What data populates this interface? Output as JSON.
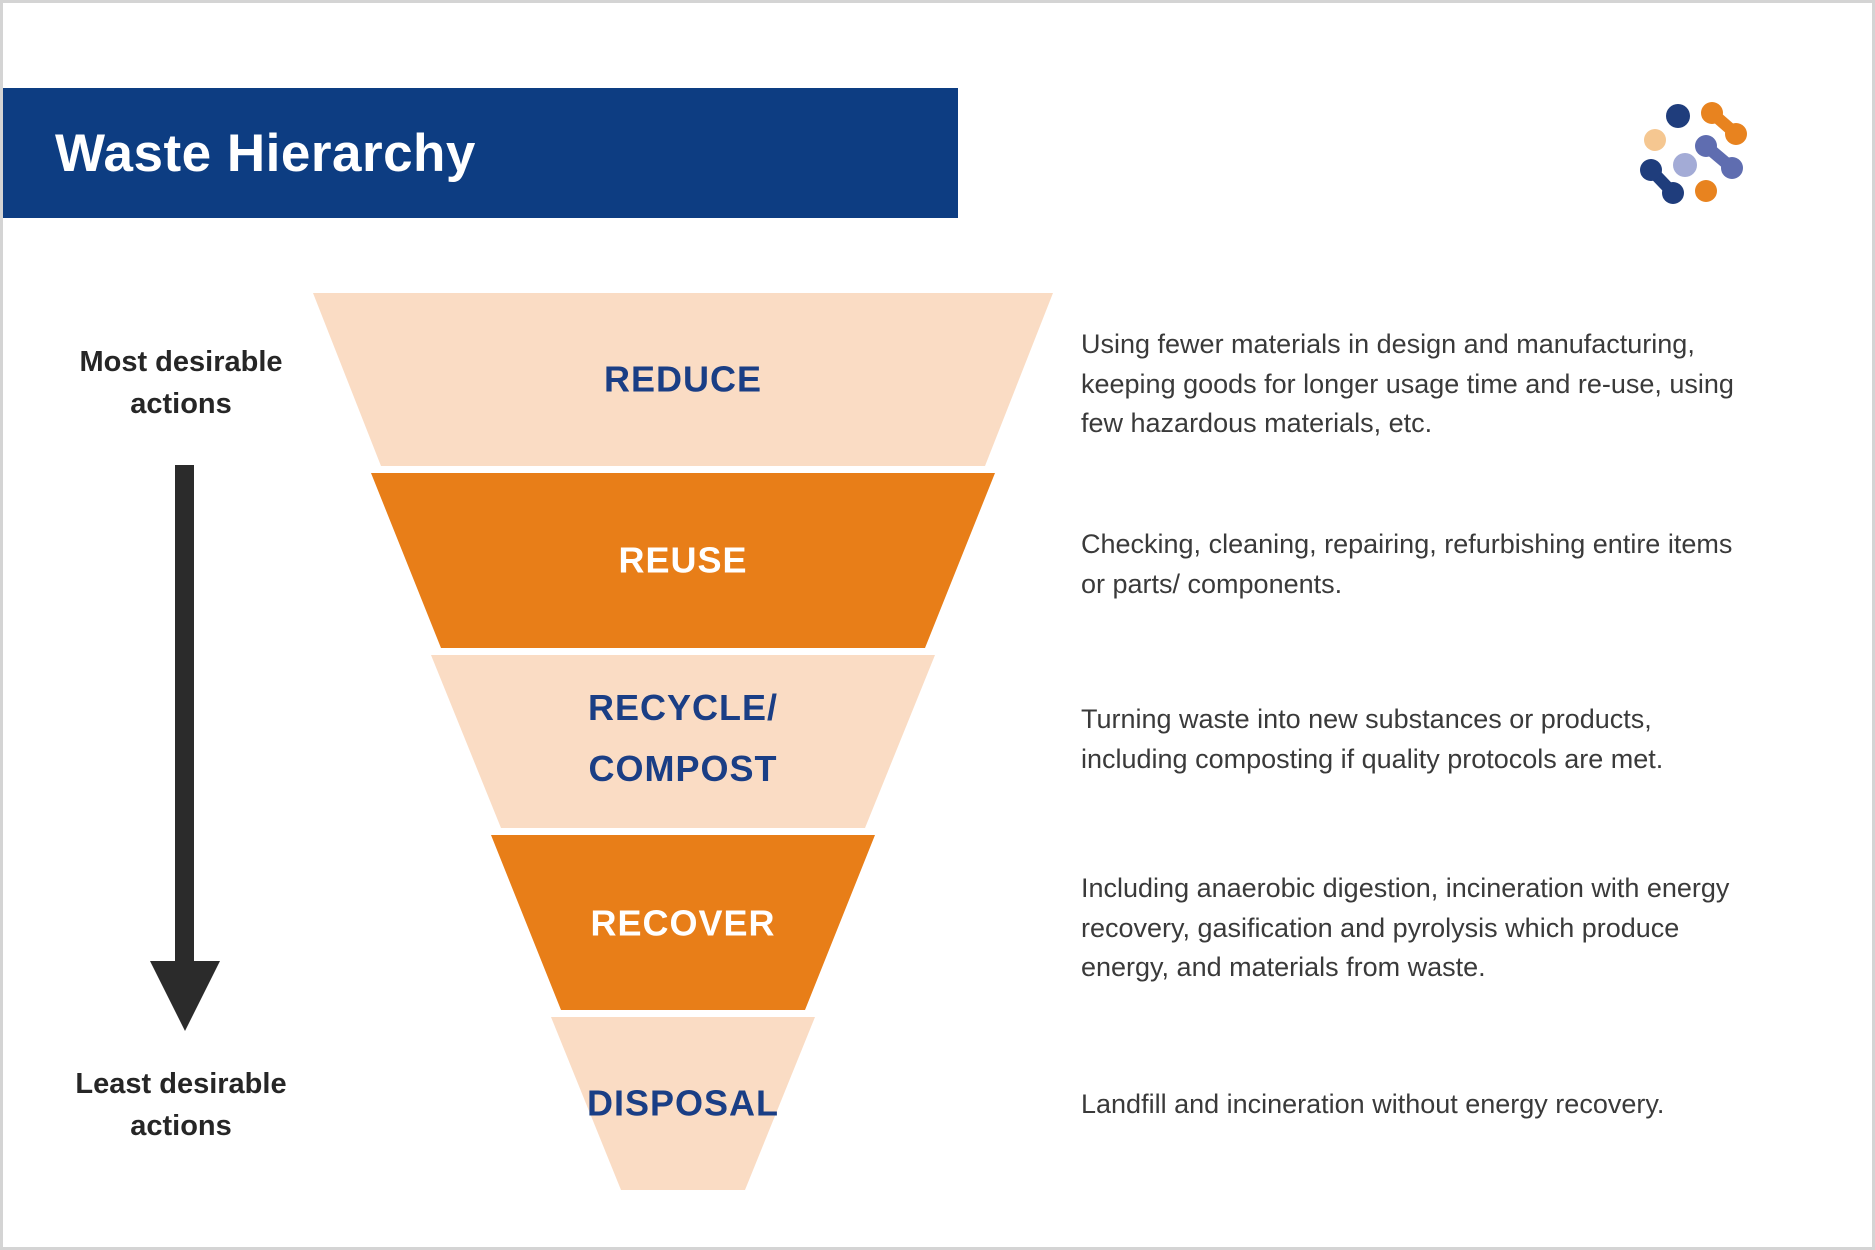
{
  "header": {
    "title": "Waste Hierarchy"
  },
  "colors": {
    "navy_bar": "#0d3d82",
    "label_navy": "#1a3e85",
    "orange": "#e87e18",
    "peach": "#fadcc4",
    "arrow_black": "#2b2b2b",
    "text_dark": "#3a3a3a",
    "logo_dark_blue": "#1f3d7c",
    "logo_orange": "#e8831f",
    "logo_peach": "#f5c791",
    "logo_blue": "#5f6db0",
    "logo_light_purple": "#a3abd6"
  },
  "left_panel": {
    "most_label": "Most desirable\nactions",
    "least_label": "Least desirable\nactions"
  },
  "funnel": {
    "levels": [
      {
        "label": "REDUCE",
        "description": "Using fewer materials in design and manufacturing,\nkeeping goods for longer usage time and re-use, using\nfew hazardous materials, etc."
      },
      {
        "label": "REUSE",
        "description": "Checking, cleaning, repairing, refurbishing entire items\nor parts/ components."
      },
      {
        "label": "RECYCLE/\nCOMPOST",
        "description": "Turning waste into new substances or products,\nincluding composting if quality protocols are met."
      },
      {
        "label": "RECOVER",
        "description": "Including anaerobic digestion, incineration with energy\nrecovery, gasification and pyrolysis which produce\nenergy, and materials from waste."
      },
      {
        "label": "DISPOSAL",
        "description": "Landfill and incineration without energy recovery."
      }
    ]
  }
}
